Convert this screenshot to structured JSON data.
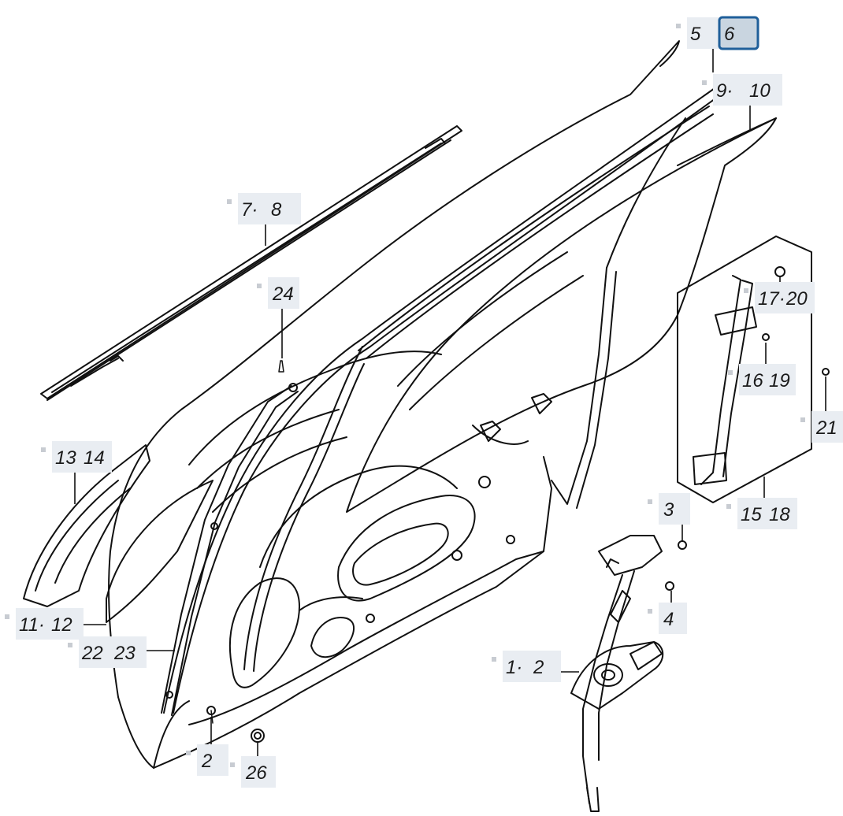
{
  "diagram": {
    "selected_callout": "6",
    "callouts": [
      {
        "id": "c-5-6",
        "left": "5",
        "sep": "",
        "right": "6"
      },
      {
        "id": "c-9-10",
        "left": "9",
        "sep": "·",
        "right": "10"
      },
      {
        "id": "c-7-8",
        "left": "7",
        "sep": "·",
        "right": "8"
      },
      {
        "id": "c-24",
        "left": "",
        "sep": "",
        "right": "24"
      },
      {
        "id": "c-17-20",
        "left": "17",
        "sep": "·",
        "right": "20"
      },
      {
        "id": "c-16-19",
        "left": "16",
        "sep": "",
        "right": "19"
      },
      {
        "id": "c-21",
        "left": "",
        "sep": "",
        "right": "21"
      },
      {
        "id": "c-13-14",
        "left": "13",
        "sep": "",
        "right": "14"
      },
      {
        "id": "c-15-18",
        "left": "15",
        "sep": "",
        "right": "18"
      },
      {
        "id": "c-3",
        "left": "",
        "sep": "",
        "right": "3"
      },
      {
        "id": "c-11-12",
        "left": "11",
        "sep": "·",
        "right": "12"
      },
      {
        "id": "c-4",
        "left": "",
        "sep": "",
        "right": "4"
      },
      {
        "id": "c-22-23",
        "left": "22",
        "sep": "",
        "right": "23"
      },
      {
        "id": "c-1-2",
        "left": "1",
        "sep": "·",
        "right": "2"
      },
      {
        "id": "c-25",
        "left": "",
        "sep": "",
        "right": "2"
      },
      {
        "id": "c-26",
        "left": "",
        "sep": "",
        "right": "26"
      }
    ]
  }
}
